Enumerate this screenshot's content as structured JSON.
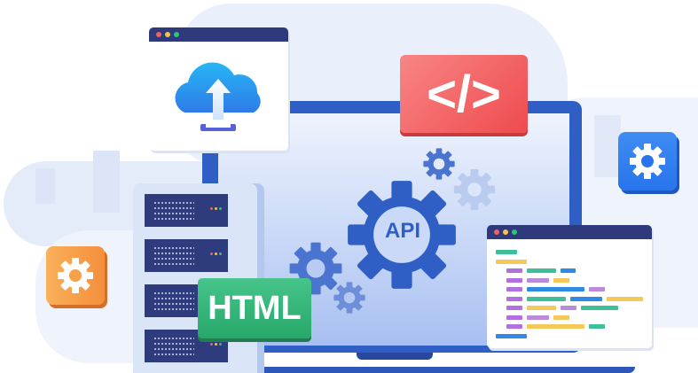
{
  "illustration": {
    "subject": "API integration / web development concept",
    "badges": {
      "code_symbol": "</>",
      "html_label": "HTML",
      "api_label": "API"
    },
    "colors": {
      "laptop_frame": "#2f5fc4",
      "window_bar": "#2e3a7c",
      "code_badge": "#ef4b4d",
      "html_badge": "#27a86a",
      "gear_tile_blue": "#2874ec",
      "gear_tile_orange": "#f48f3c",
      "api_gear": "#2f5fc4",
      "background_cloud": "#eaf0fb"
    },
    "window_dots": [
      "#f0625f",
      "#f5c44a",
      "#2fc27a"
    ],
    "server_units": 4,
    "server_led_colors": [
      "#f0625f",
      "#f5c44a",
      "#2fc27a"
    ],
    "code_lines": [
      {
        "indent": 0,
        "segments": [
          {
            "w": 24,
            "c": "#3dbf9a"
          }
        ]
      },
      {
        "indent": 0,
        "segments": [
          {
            "w": 35,
            "c": "#f6c85a"
          }
        ]
      },
      {
        "indent": 1,
        "segments": [
          {
            "w": 18,
            "c": "#b36ee0"
          },
          {
            "w": 33,
            "c": "#3dbf9a"
          },
          {
            "w": 17,
            "c": "#2f8ae6"
          }
        ]
      },
      {
        "indent": 1,
        "segments": [
          {
            "w": 18,
            "c": "#b36ee0"
          },
          {
            "w": 25,
            "c": "#b98bd8"
          },
          {
            "w": 18,
            "c": "#f6c85a"
          }
        ]
      },
      {
        "indent": 1,
        "segments": [
          {
            "w": 18,
            "c": "#b36ee0"
          },
          {
            "w": 65,
            "c": "#2f8ae6"
          },
          {
            "w": 18,
            "c": "#b98bd8"
          }
        ]
      },
      {
        "indent": 1,
        "segments": [
          {
            "w": 18,
            "c": "#b36ee0"
          },
          {
            "w": 44,
            "c": "#3dbf9a"
          },
          {
            "w": 36,
            "c": "#2f8ae6"
          },
          {
            "w": 41,
            "c": "#f6c85a"
          }
        ]
      },
      {
        "indent": 1,
        "segments": [
          {
            "w": 18,
            "c": "#b36ee0"
          },
          {
            "w": 33,
            "c": "#f6c85a"
          },
          {
            "w": 18,
            "c": "#b98bd8"
          },
          {
            "w": 42,
            "c": "#3dbf9a"
          }
        ]
      },
      {
        "indent": 1,
        "segments": [
          {
            "w": 18,
            "c": "#b36ee0"
          },
          {
            "w": 25,
            "c": "#b98bd8"
          },
          {
            "w": 18,
            "c": "#f6c85a"
          }
        ]
      },
      {
        "indent": 1,
        "segments": [
          {
            "w": 18,
            "c": "#b36ee0"
          },
          {
            "w": 65,
            "c": "#f6c85a"
          },
          {
            "w": 18,
            "c": "#3dbf9a"
          }
        ]
      },
      {
        "indent": 0,
        "segments": [
          {
            "w": 35,
            "c": "#2f8ae6"
          }
        ]
      }
    ]
  }
}
